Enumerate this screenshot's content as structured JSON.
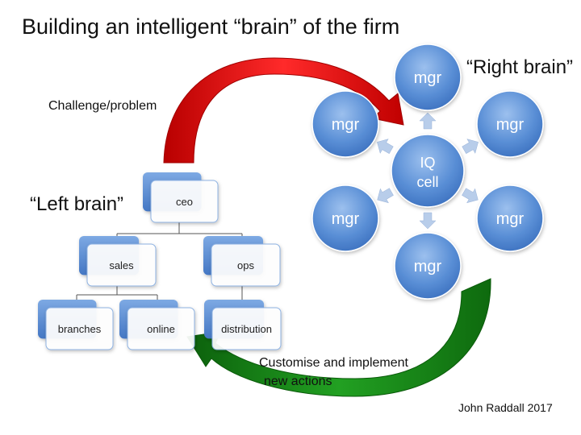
{
  "title": "Building an intelligent “brain” of the firm",
  "labels": {
    "challenge": "Challenge/problem",
    "left_brain": "“Left brain”",
    "right_brain": "“Right brain”",
    "customise_line1": "Customise and implement",
    "customise_line2": "new actions",
    "credit": "John Raddall 2017"
  },
  "org_chart": {
    "root": "ceo",
    "level2": [
      "sales",
      "ops"
    ],
    "level3": [
      "branches",
      "online",
      "distribution"
    ]
  },
  "right_brain": {
    "center": {
      "line1": "IQ",
      "line2": "cell"
    },
    "managers": [
      "mgr",
      "mgr",
      "mgr",
      "mgr",
      "mgr",
      "mgr"
    ]
  },
  "colors": {
    "red_arrow": "#e01010",
    "green_arrow": "#1a8a1a",
    "circle_blue": "#5a8fd6",
    "box_blue": "#5b8fd4"
  }
}
